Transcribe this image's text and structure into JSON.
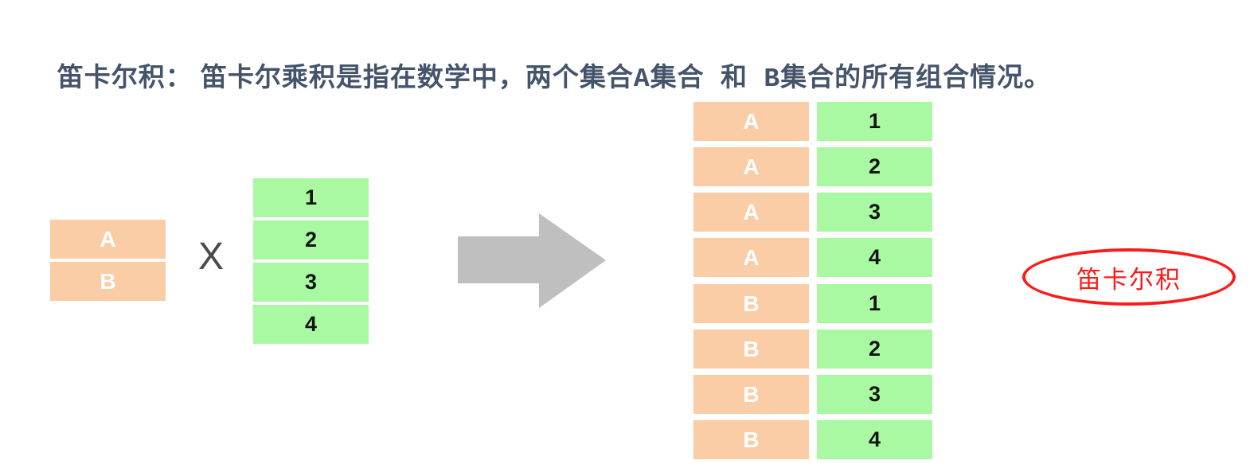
{
  "title": {
    "part1": "笛卡尔积： 笛卡尔乘积是指在数学中，两个集合",
    "set_a": "A",
    "part2": "集合  和  ",
    "set_b": "B",
    "part3": "集合的所有组合情况。"
  },
  "operands": {
    "left_sets": [
      "A",
      "B"
    ],
    "multiply_symbol": "X",
    "right_values": [
      "1",
      "2",
      "3",
      "4"
    ]
  },
  "result": {
    "rows": [
      {
        "set": "A",
        "value": "1"
      },
      {
        "set": "A",
        "value": "2"
      },
      {
        "set": "A",
        "value": "3"
      },
      {
        "set": "A",
        "value": "4"
      },
      {
        "set": "B",
        "value": "1"
      },
      {
        "set": "B",
        "value": "2"
      },
      {
        "set": "B",
        "value": "3"
      },
      {
        "set": "B",
        "value": "4"
      }
    ]
  },
  "callout": {
    "label": "笛卡尔积"
  },
  "colors": {
    "set_box": "#facda7",
    "value_box": "#a9f8a2",
    "title_text": "#44546a",
    "arrow": "#bfbfbf",
    "callout_red": "#fb1b1b"
  }
}
